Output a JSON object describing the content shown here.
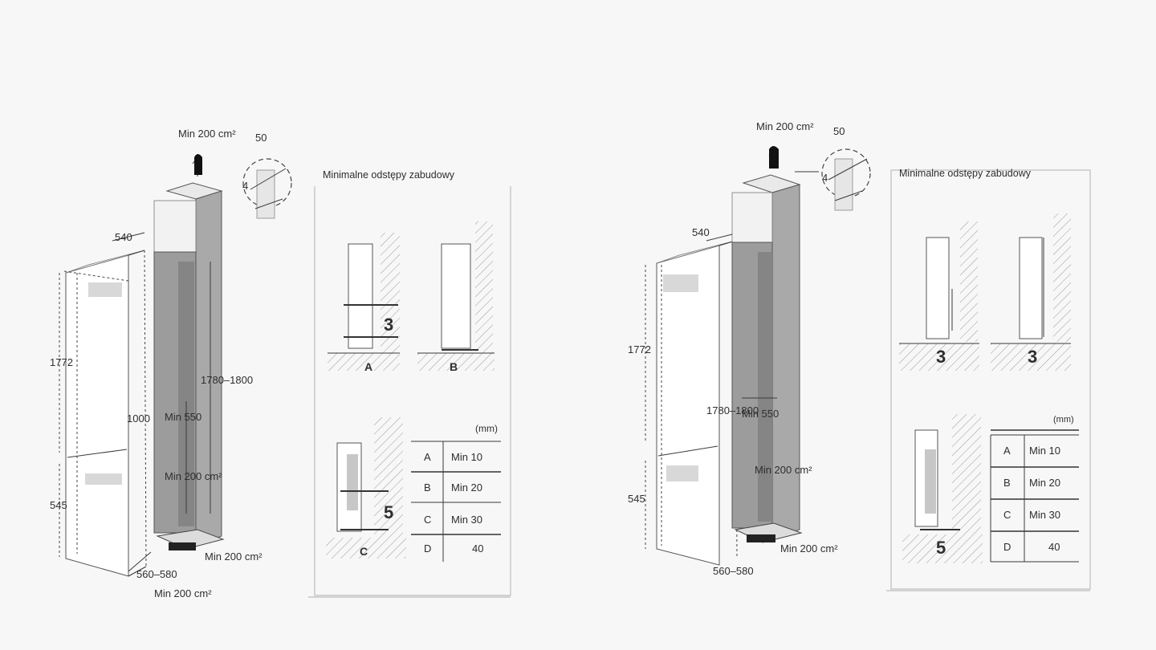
{
  "left_drawing": {
    "dims": {
      "top_vent": "Min 200 cm²",
      "vent_mid": "Min 200 cm²",
      "bottom_vent": "Min 200 cm²",
      "bottom_rear": "Min 200 cm²",
      "depth_min": "Min 550",
      "height_niche": "1780–1800",
      "width_560": "560–580",
      "side_540": "540",
      "h_1772": "1772",
      "h_545": "545",
      "h_1000": "1000",
      "clearance_4": "4",
      "clearance_50": "50"
    },
    "panel": {
      "title": "Minimalne odstępy zabudowy",
      "cells": [
        {
          "letter": "A",
          "value": "Min 10"
        },
        {
          "letter": "B",
          "value": "Min 20"
        },
        {
          "letter": "C",
          "value": "Min 30"
        },
        {
          "letter": "D",
          "value": "40"
        }
      ],
      "header": "(mm)"
    }
  },
  "right_drawing": {
    "dims": {
      "top_vent": "Min 200 cm²",
      "vent_mid": "Min 200 cm²",
      "bottom_vent": "Min 200 cm²",
      "depth_min": "Min 550",
      "height_niche": "1780–1800",
      "width_560": "560–580",
      "side_540": "540",
      "h_1772": "1772",
      "h_545": "545",
      "clearance_4": "4",
      "clearance_50": "50"
    },
    "panel": {
      "title": "Minimalne odstępy zabudowy",
      "cells": [
        {
          "letter": "A",
          "value": "Min 10"
        },
        {
          "letter": "B",
          "value": "Min 20"
        },
        {
          "letter": "C",
          "value": "Min 30"
        },
        {
          "letter": "D",
          "value": "40"
        }
      ],
      "header": "(mm)"
    }
  }
}
